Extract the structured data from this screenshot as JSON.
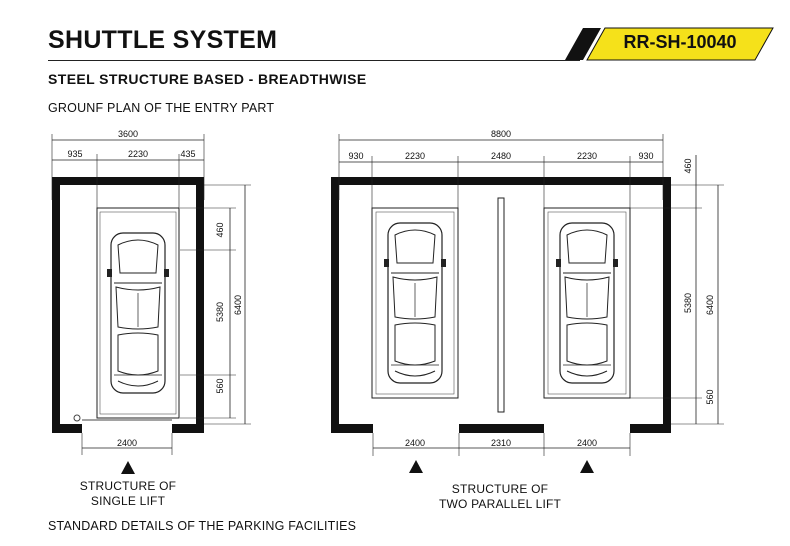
{
  "title": "SHUTTLE SYSTEM",
  "code": "RR-SH-10040",
  "subtitle": "STEEL STRUCTURE BASED - BREADTHWISE",
  "plan_label": "GROUNF PLAN OF THE ENTRY PART",
  "footer": "STANDARD DETAILS OF THE PARKING FACILITIES",
  "colors": {
    "accent": "#f5e11a",
    "wall": "#111111",
    "line": "#222222"
  },
  "single_lift": {
    "caption_line1": "STRUCTURE OF",
    "caption_line2": "SINGLE LIFT",
    "dims": {
      "overall_width": "3600",
      "left": "935",
      "bay": "2230",
      "right": "435",
      "front": "460",
      "car": "5380",
      "depth": "6400",
      "rear": "560",
      "opening": "2400"
    }
  },
  "double_lift": {
    "caption_line1": "STRUCTURE OF",
    "caption_line2": "TWO PARALLEL LIFT",
    "dims": {
      "overall_width": "8800",
      "left": "930",
      "bay1": "2230",
      "middle": "2480",
      "bay2": "2230",
      "right": "930",
      "top": "460",
      "car": "5380",
      "depth": "6400",
      "rear": "560",
      "opening1": "2400",
      "opening_mid": "2310",
      "opening2": "2400"
    }
  }
}
